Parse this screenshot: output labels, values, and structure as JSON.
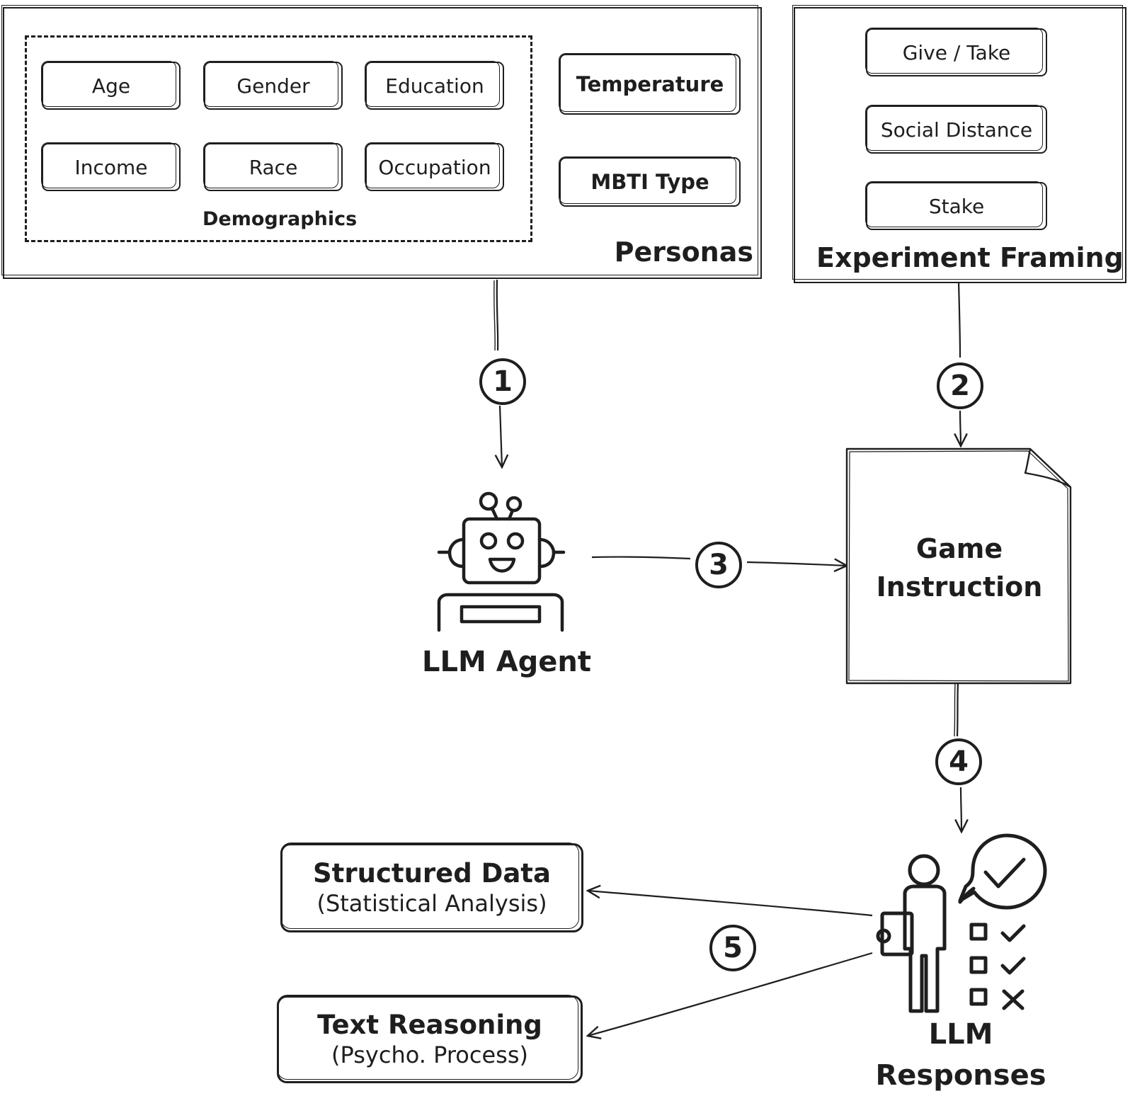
{
  "personas": {
    "title": "Personas",
    "demographics_label": "Demographics",
    "demographics": [
      "Age",
      "Gender",
      "Education",
      "Income",
      "Race",
      "Occupation"
    ],
    "temperature": "Temperature",
    "mbti": "MBTI Type"
  },
  "framing": {
    "title": "Experiment Framing",
    "items": [
      "Give / Take",
      "Social Distance",
      "Stake"
    ]
  },
  "steps": [
    "1",
    "2",
    "3",
    "4",
    "5"
  ],
  "agent": {
    "label": "LLM Agent"
  },
  "game": {
    "line1": "Game",
    "line2": "Instruction"
  },
  "responses": {
    "line1": "LLM",
    "line2": "Responses"
  },
  "outputs": [
    {
      "title": "Structured Data",
      "subtitle": "(Statistical Analysis)"
    },
    {
      "title": "Text Reasoning",
      "subtitle": "(Psycho. Process)"
    }
  ]
}
